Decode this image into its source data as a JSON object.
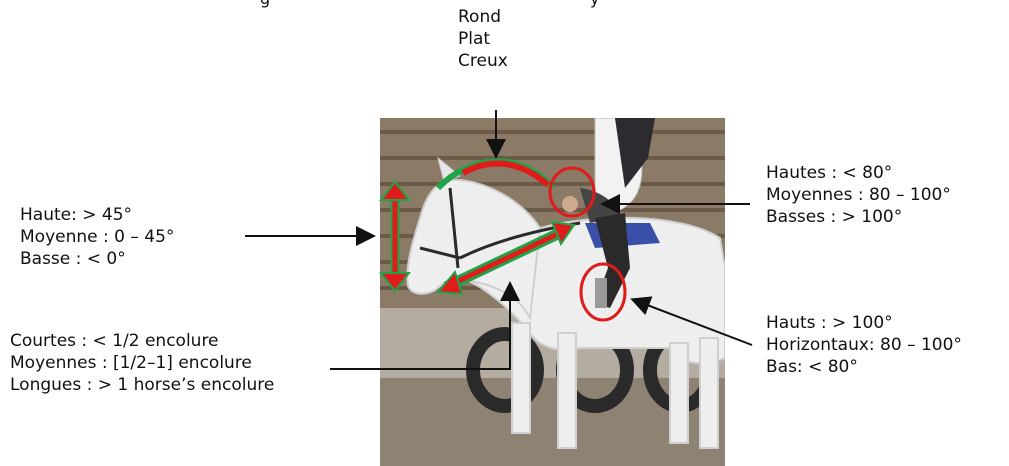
{
  "title_partial": "g",
  "title_partial_right": "y",
  "shape_labels": [
    "Rond",
    "Plat",
    "Creux"
  ],
  "rein_height": [
    "Haute: > 45°",
    "Moyenne : 0 – 45°",
    "Basse : < 0°"
  ],
  "hands_angle": [
    "Hautes : < 80°",
    "Moyennes : 80 – 100°",
    "Basses : > 100°"
  ],
  "feet_angle": [
    "Hauts : > 100°",
    "Horizontaux: 80 – 100°",
    "Bas: < 80°"
  ],
  "rein_length": [
    "Courtes : < 1/2 encolure",
    "Moyennes : [1/2–1] encolure",
    "Longues : > 1 horse’s encolure"
  ],
  "colors": {
    "red": "#e01b1b",
    "green": "#21a34a",
    "arrow": "#111111"
  }
}
